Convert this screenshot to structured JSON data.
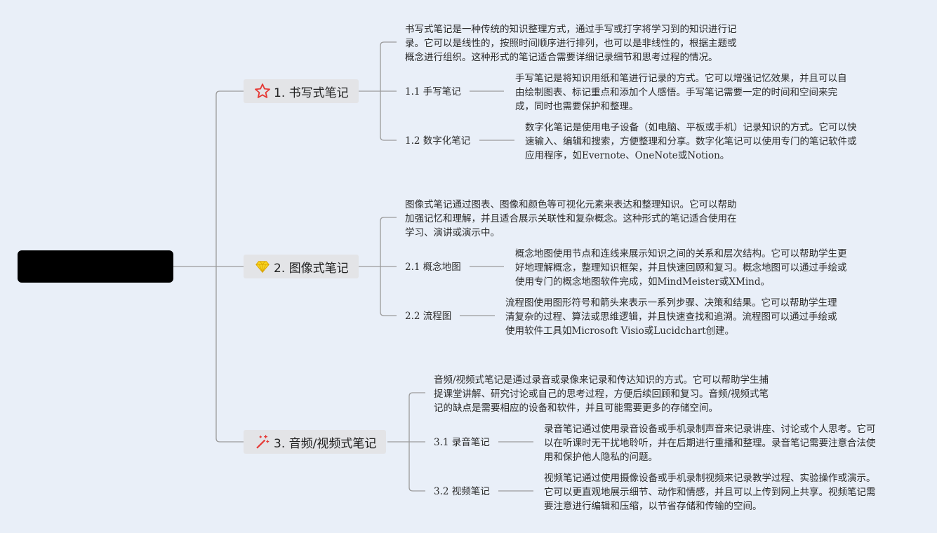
{
  "root": {
    "label": ""
  },
  "branches": [
    {
      "title": "1. 书写式笔记",
      "icon": "star-icon",
      "summary": [
        "书写式笔记是一种传统的知识整理方式，通过手写或打字将学习到的知识进行记",
        "录。它可以是线性的，按照时间顺序进行排列，也可以是非线性的，根据主题或",
        "概念进行组织。这种形式的笔记适合需要详细记录细节和思考过程的情况。"
      ],
      "children": [
        {
          "label": "1.1 手写笔记",
          "lines": [
            "手写笔记是将知识用纸和笔进行记录的方式。它可以增强记忆效果，并且可以自",
            "由绘制图表、标记重点和添加个人感悟。手写笔记需要一定的时间和空间来完",
            "成，同时也需要保护和整理。"
          ]
        },
        {
          "label": "1.2 数字化笔记",
          "lines": [
            "数字化笔记是使用电子设备（如电脑、平板或手机）记录知识的方式。它可以快",
            "速输入、编辑和搜索，方便整理和分享。数字化笔记可以使用专门的笔记软件或",
            "应用程序，如Evernote、OneNote或Notion。"
          ]
        }
      ]
    },
    {
      "title": "2. 图像式笔记",
      "icon": "gem-icon",
      "summary": [
        "图像式笔记通过图表、图像和颜色等可视化元素来表达和整理知识。它可以帮助",
        "加强记忆和理解，并且适合展示关联性和复杂概念。这种形式的笔记适合使用在",
        "学习、演讲或演示中。"
      ],
      "children": [
        {
          "label": "2.1 概念地图",
          "lines": [
            "概念地图使用节点和连线来展示知识之间的关系和层次结构。它可以帮助学生更",
            "好地理解概念，整理知识框架，并且快速回顾和复习。概念地图可以通过手绘或",
            "使用专门的概念地图软件完成，如MindMeister或XMind。"
          ]
        },
        {
          "label": "2.2 流程图",
          "lines": [
            "流程图使用图形符号和箭头来表示一系列步骤、决策和结果。它可以帮助学生理",
            "清复杂的过程、算法或思维逻辑，并且快速查找和追溯。流程图可以通过手绘或",
            "使用软件工具如Microsoft Visio或Lucidchart创建。"
          ]
        }
      ]
    },
    {
      "title": "3. 音频/视频式笔记",
      "icon": "magic-wand-icon",
      "summary": [
        "音频/视频式笔记是通过录音或录像来记录和传达知识的方式。它可以帮助学生捕",
        "捉课堂讲解、研究讨论或自己的思考过程，方便后续回顾和复习。音频/视频式笔",
        "记的缺点是需要相应的设备和软件，并且可能需要更多的存储空间。"
      ],
      "children": [
        {
          "label": "3.1 录音笔记",
          "lines": [
            "录音笔记通过使用录音设备或手机录制声音来记录讲座、讨论或个人思考。它可",
            "以在听课时无干扰地聆听，并在后期进行重播和整理。录音笔记需要注意合法使",
            "用和保护他人隐私的问题。"
          ]
        },
        {
          "label": "3.2 视频笔记",
          "lines": [
            "视频笔记通过使用摄像设备或手机录制视频来记录教学过程、实验操作或演示。",
            "它可以更直观地展示细节、动作和情感，并且可以上传到网上共享。视频笔记需",
            "要注意进行编辑和压缩，以节省存储和传输的空间。"
          ]
        }
      ]
    }
  ],
  "colors": {
    "background": "#e9eff8",
    "line": "#9a9a9a",
    "topic_fill": "#e3e4e7",
    "star": "#e53935",
    "gem": "#f5c518",
    "wand": "#e53935"
  }
}
